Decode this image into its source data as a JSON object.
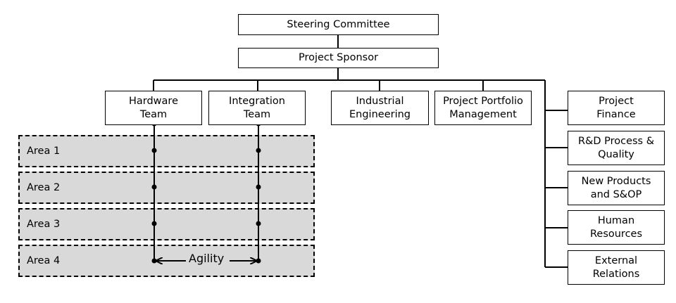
{
  "top": {
    "steering_committee": "Steering Committee",
    "project_sponsor": "Project Sponsor"
  },
  "teams": {
    "hardware": "Hardware\nTeam",
    "integration": "Integration\nTeam",
    "industrial": "Industrial\nEngineering",
    "portfolio": "Project Portfolio\nManagement"
  },
  "side": {
    "finance": "Project\nFinance",
    "rd": "R&D Process &\nQuality",
    "new_products": "New Products\nand S&OP",
    "hr": "Human\nResources",
    "external": "External\nRelations"
  },
  "areas": [
    "Area 1",
    "Area 2",
    "Area 3",
    "Area 4"
  ],
  "agility": "Agility"
}
